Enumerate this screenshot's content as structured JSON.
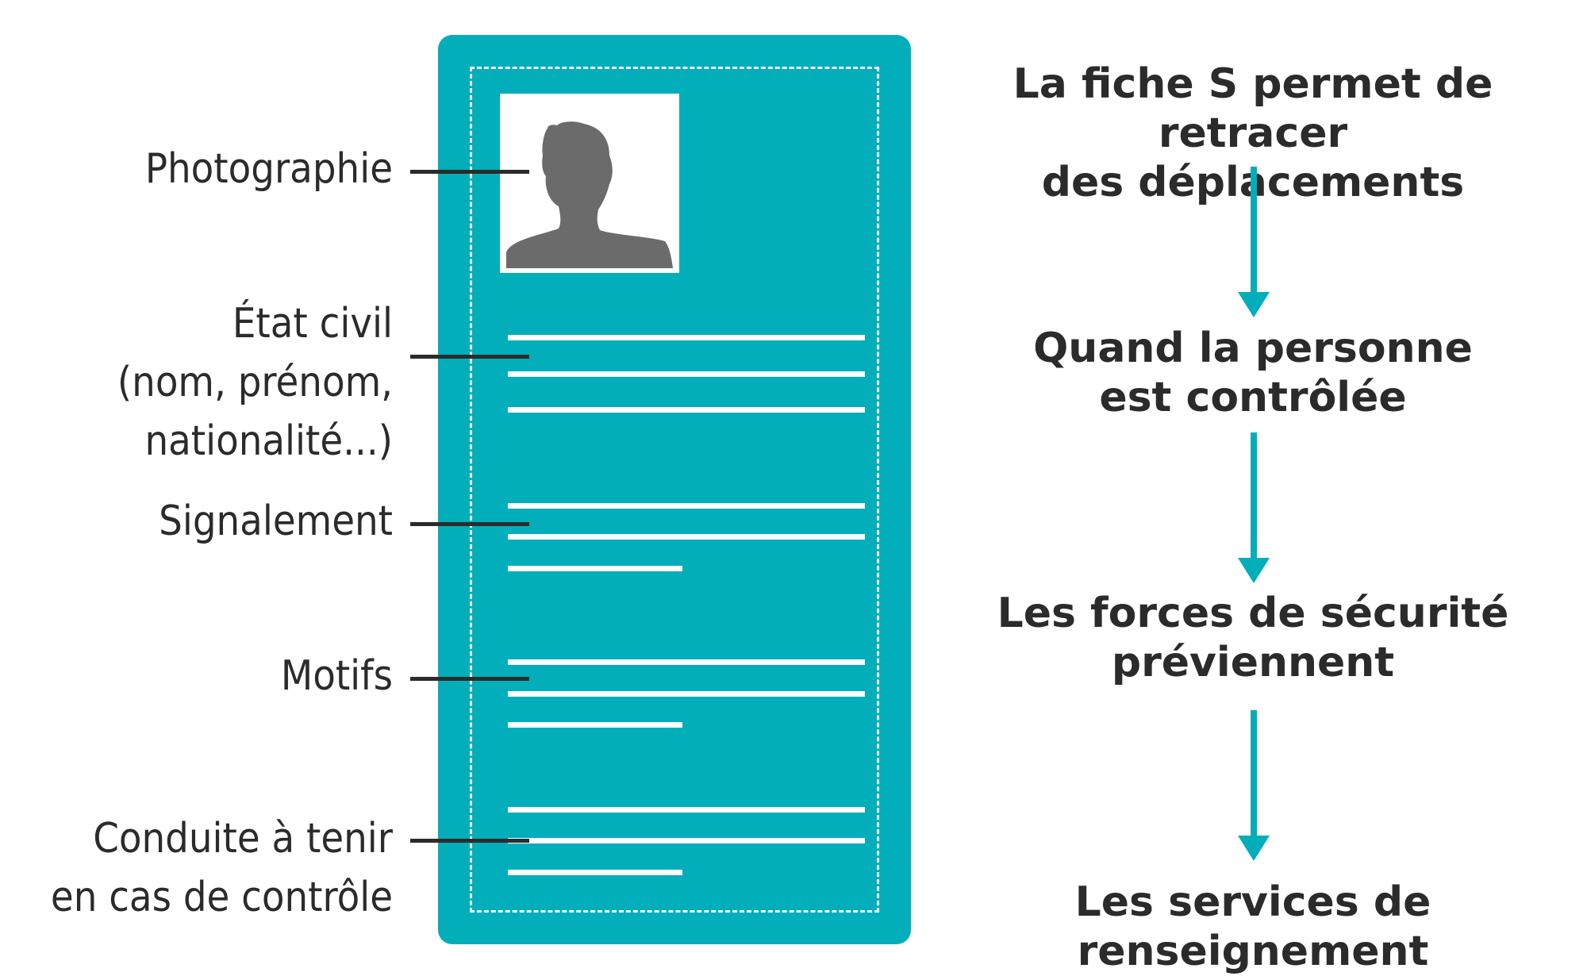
{
  "card_fields": {
    "photo": "Photographie",
    "civil_status": [
      "État civil",
      "(nom, prénom,",
      "nationalité...)"
    ],
    "description": "Signalement",
    "reasons": "Motifs",
    "conduct": [
      "Conduite à tenir",
      "en cas de contrôle"
    ]
  },
  "flow_steps": [
    [
      "La fiche S permet de retracer",
      "des déplacements"
    ],
    [
      "Quand la personne",
      "est contrôlée"
    ],
    [
      "Les forces de sécurité",
      "préviennent"
    ],
    [
      "Les services de renseignement"
    ]
  ],
  "colors": {
    "card": "#01aeb9",
    "arrow": "#01aeb9",
    "text": "#2b2b2b",
    "silhouette": "#6b6b6b"
  },
  "icons": {
    "photo": "person-silhouette-icon",
    "arrow": "arrow-down-icon"
  }
}
